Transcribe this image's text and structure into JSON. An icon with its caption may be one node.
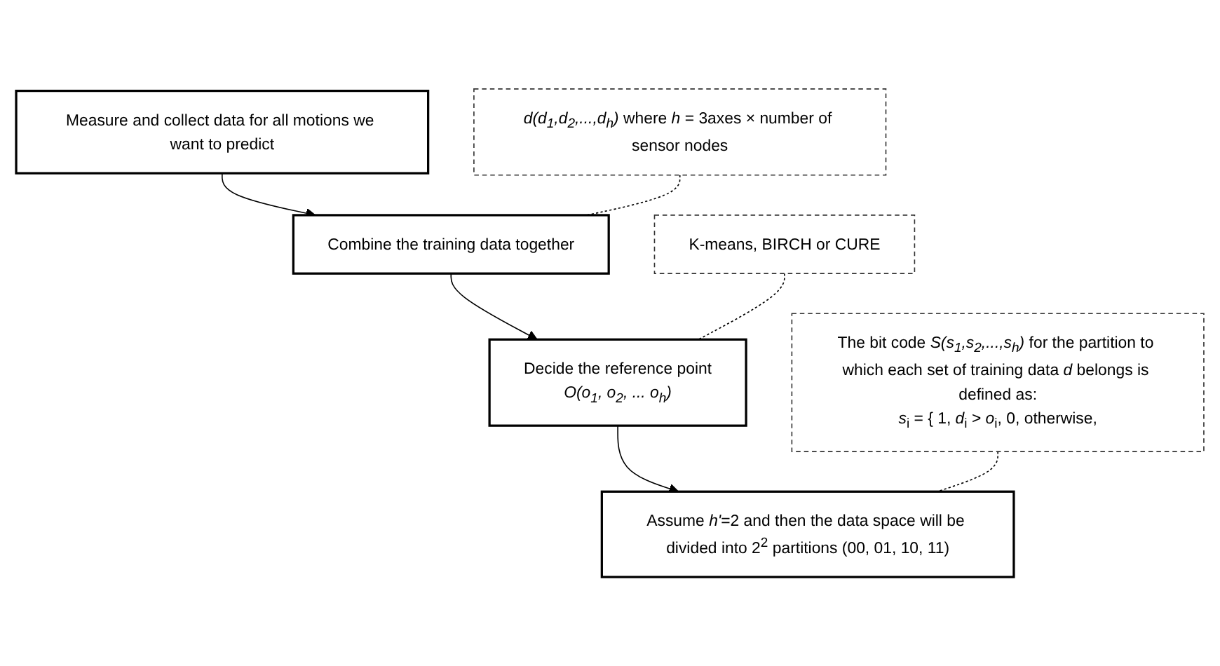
{
  "diagram": {
    "nodes": [
      {
        "text": [
          "Measure and collect data for all motions we want to predict"
        ]
      },
      {
        "text": [
          "*d(d$_{1}$,d$_{2}$,...,d$_{h}$)* where *h* = 3axes × number of sensor nodes"
        ]
      },
      {
        "text": [
          "Combine the training data together"
        ]
      },
      {
        "text": [
          "K-means, BIRCH or CURE"
        ]
      },
      {
        "text": [
          "Decide the reference point",
          "*O(o$_{1}$, o$_{2}$, ... o$_{h}$)*"
        ]
      },
      {
        "text": [
          "The bit code *S(s$_{1}$,s$_{2}$,...,s$_{h}$)* for the partition to which each set of training data *d* belongs is defined as:",
          "*s*$_{i}$ = { 1, *d*$_{i}$ > *o*$_{i}$, 0, otherwise,"
        ]
      },
      {
        "text": [
          "Assume *h'*=2 and then the data space will be divided into 2$^{2}$ partitions (00, 01, 10, 11)"
        ]
      }
    ],
    "edges": [
      {
        "from": 0,
        "to": 2,
        "arrow": "to"
      },
      {
        "from": 2,
        "to": 4,
        "arrow": "to"
      },
      {
        "from": 4,
        "to": 6,
        "arrow": "to"
      },
      {
        "from": 1,
        "to": 2,
        "arrow": "none",
        "style": "dashed"
      },
      {
        "from": 3,
        "to": 4,
        "arrow": "none",
        "style": "dashed"
      },
      {
        "from": 5,
        "to": 6,
        "arrow": "none",
        "style": "dashed"
      }
    ]
  }
}
